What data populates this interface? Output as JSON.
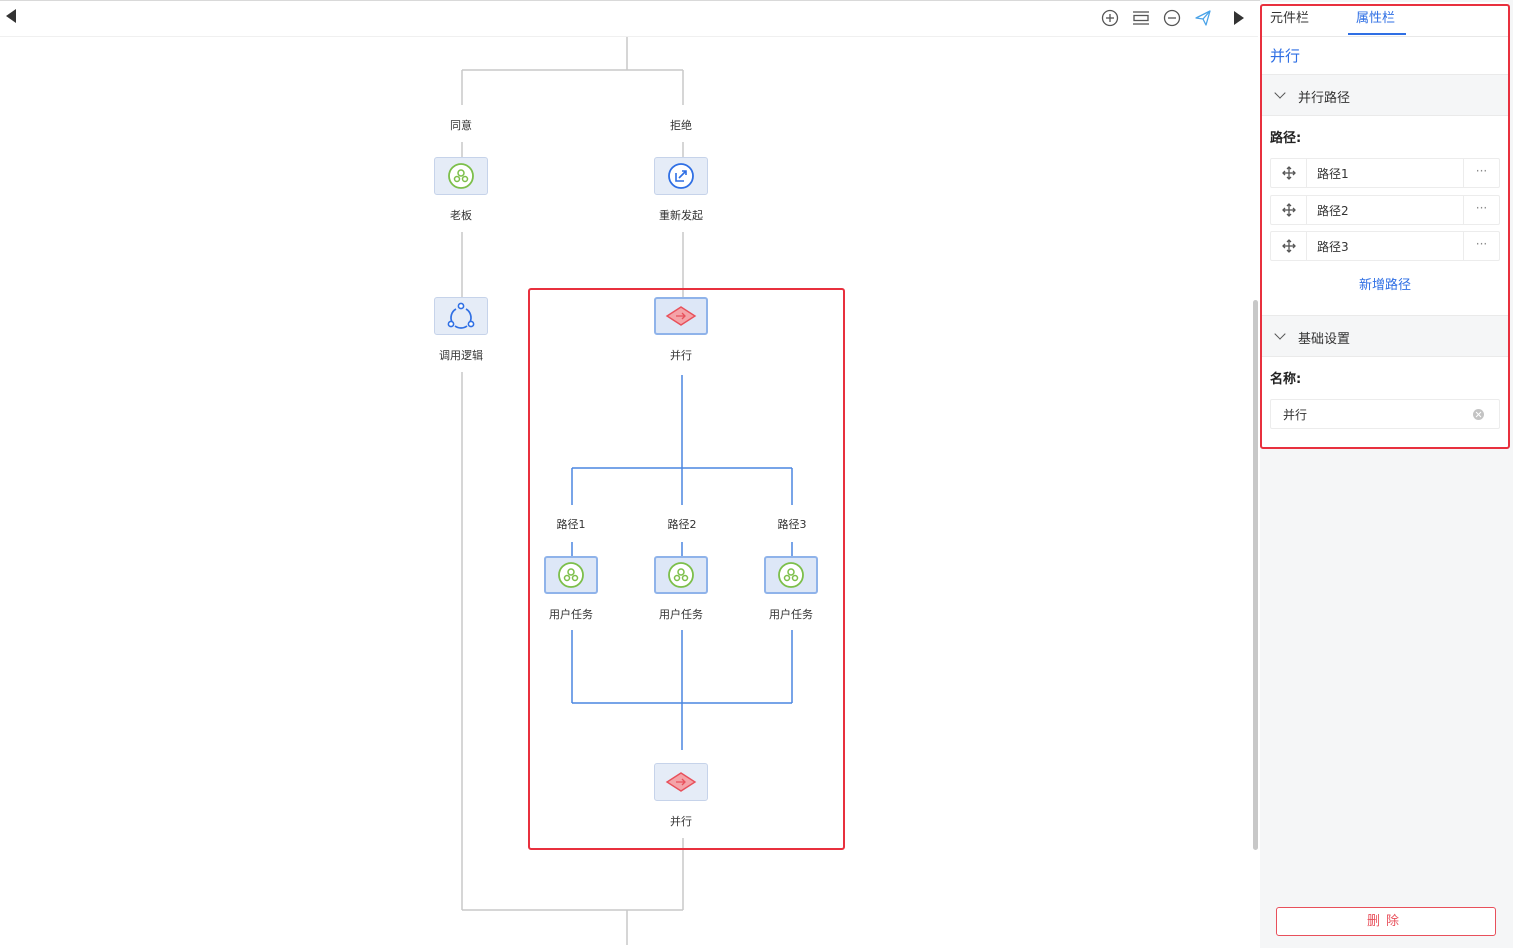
{
  "canvas": {
    "edge_labels": {
      "agree": "同意",
      "reject": "拒绝",
      "path1": "路径1",
      "path2": "路径2",
      "path3": "路径3"
    },
    "nodes": {
      "boss": {
        "label": "老板",
        "icon": "user-task-icon"
      },
      "restart": {
        "label": "重新发起",
        "icon": "restart-icon"
      },
      "invoke_logic": {
        "label": "调用逻辑",
        "icon": "share-logic-icon"
      },
      "parallel_split": {
        "label": "并行",
        "icon": "parallel-gateway-icon"
      },
      "user_task_1": {
        "label": "用户任务",
        "icon": "user-task-icon"
      },
      "user_task_2": {
        "label": "用户任务",
        "icon": "user-task-icon"
      },
      "user_task_3": {
        "label": "用户任务",
        "icon": "user-task-icon"
      },
      "parallel_join": {
        "label": "并行",
        "icon": "parallel-gateway-icon"
      }
    }
  },
  "toolbar": {
    "icons": [
      "zoom-in-icon",
      "fit-view-icon",
      "zoom-out-icon",
      "send-icon"
    ]
  },
  "panel": {
    "tabs": [
      {
        "label": "元件栏",
        "active": false
      },
      {
        "label": "属性栏",
        "active": true
      }
    ],
    "title": "并行",
    "parallel_section": {
      "heading": "并行路径",
      "field_label": "路径:",
      "paths": [
        "路径1",
        "路径2",
        "路径3"
      ],
      "more_label": "···",
      "add_label": "新增路径"
    },
    "basic_section": {
      "heading": "基础设置",
      "name_label": "名称:",
      "name_value": "并行"
    },
    "delete_label": "删除"
  },
  "colors": {
    "accent": "#2f6fe4",
    "highlight": "#e8303e",
    "user_task_green": "#7cbf4a",
    "gateway_red": "#e8505b",
    "connector_blue": "#4a86e0",
    "connector_gray": "#c8c8c8"
  }
}
